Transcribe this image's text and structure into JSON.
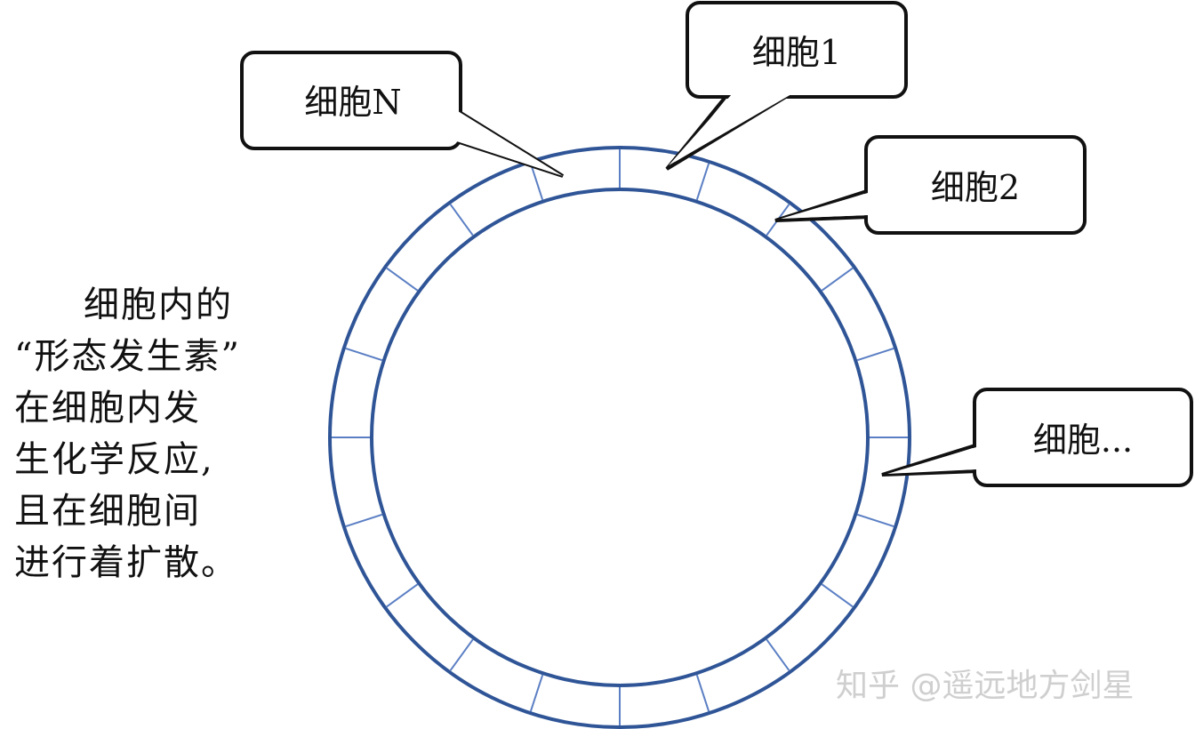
{
  "callouts": [
    {
      "id": "cell-n",
      "label": "细胞N"
    },
    {
      "id": "cell-1",
      "label": "细胞1"
    },
    {
      "id": "cell-2",
      "label": "细胞2"
    },
    {
      "id": "cell-more",
      "label": "细胞..."
    }
  ],
  "side_text": {
    "lines": [
      "细胞内的",
      "“形态发生素”",
      "在细胞内发",
      "生化学反应,",
      "且在细胞间",
      "进行着扩散。"
    ]
  },
  "watermark": "知乎 @遥远地方剑星",
  "ring": {
    "segment_count": 20,
    "stroke_color": "#2f5597",
    "tick_color": "#5b7fc4"
  }
}
